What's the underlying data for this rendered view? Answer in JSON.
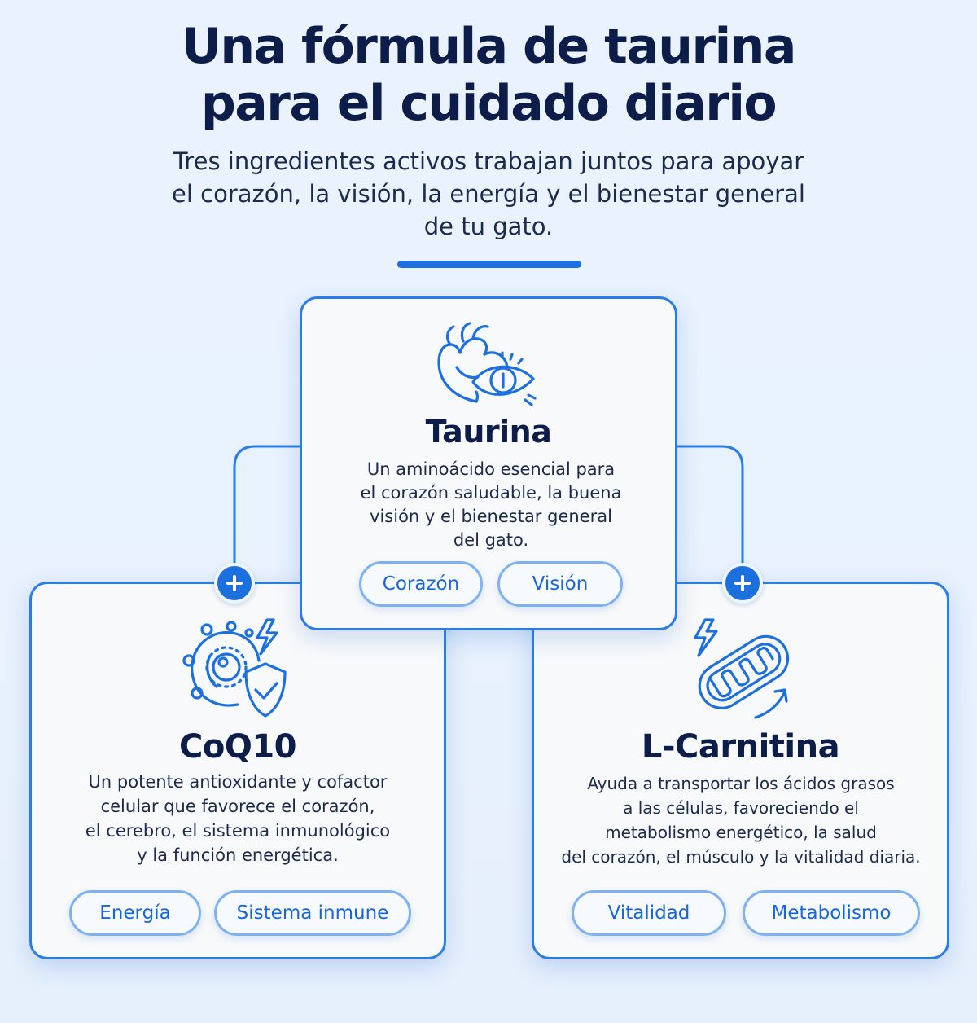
{
  "header": {
    "title_line1": "Una fórmula de taurina",
    "title_line2": "para el cuidado diario",
    "subtitle_line1": "Tres ingredientes activos trabajan juntos para apoyar",
    "subtitle_line2": "el corazón, la visión, la energía y el bienestar general",
    "subtitle_line3": "de tu gato."
  },
  "colors": {
    "accent": "#1d6fe0",
    "title": "#0c1d4a",
    "card_border": "#2a7de8",
    "tag_text": "#1766d6"
  },
  "cards": {
    "taurina": {
      "icon": "heart-eye-icon",
      "title": "Taurina",
      "desc_lines": [
        "Un aminoácido esencial para",
        "el corazón saludable, la buena",
        "visión y el bienestar general",
        "del gato."
      ],
      "tags": [
        "Corazón",
        "Visión"
      ]
    },
    "coq10": {
      "icon": "molecule-shield-icon",
      "title": "CoQ10",
      "desc_lines": [
        "Un potente antioxidante y cofactor",
        "celular que favorece el corazón,",
        "el cerebro, el sistema inmunológico",
        "y la función energética."
      ],
      "tags": [
        "Energía",
        "Sistema inmune"
      ]
    },
    "lcarnitina": {
      "icon": "mitochondria-icon",
      "title": "L-Carnitina",
      "desc_lines": [
        "Ayuda a transportar los ácidos grasos",
        "a las células, favoreciendo el",
        "metabolismo energético, la salud",
        "del corazón, el músculo y la vitalidad diaria."
      ],
      "tags": [
        "Vitalidad",
        "Metabolismo"
      ]
    }
  }
}
